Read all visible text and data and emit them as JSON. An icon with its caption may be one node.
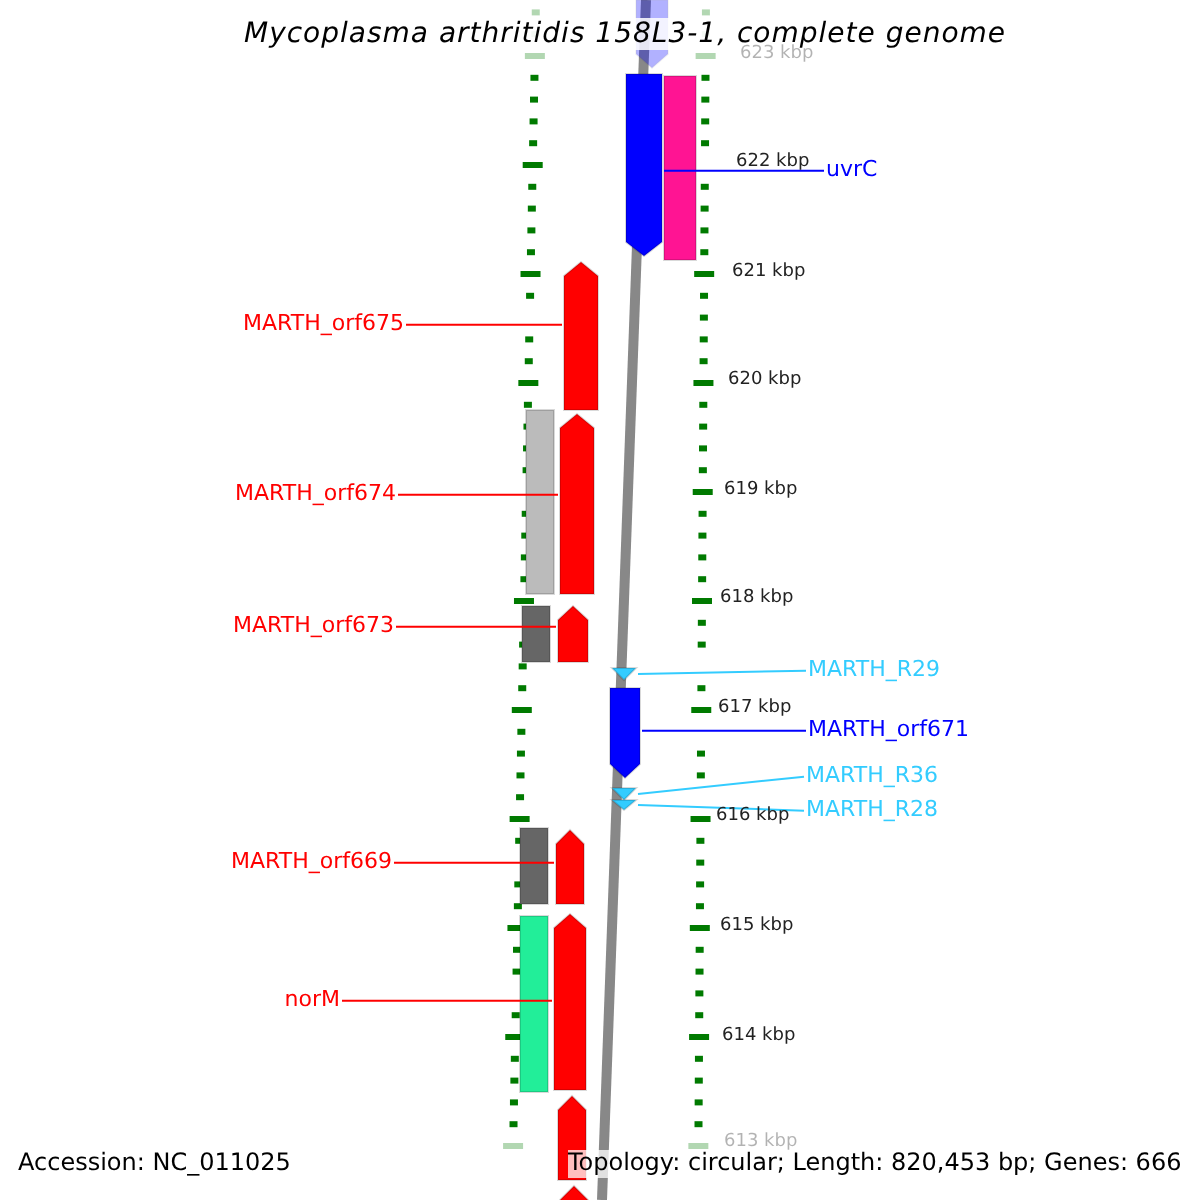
{
  "diagram": {
    "title": "Mycoplasma arthritidis 158L3-1, complete genome",
    "nodes": [
      {
        "text": [
          "uvrC"
        ]
      },
      {
        "text": [
          "MARTH_orf675"
        ]
      },
      {
        "text": [
          "MARTH_orf674"
        ]
      },
      {
        "text": [
          "MARTH_orf673"
        ]
      },
      {
        "text": [
          "MARTH_R29"
        ]
      },
      {
        "text": [
          "MARTH_orf671"
        ]
      },
      {
        "text": [
          "MARTH_R36"
        ]
      },
      {
        "text": [
          "MARTH_R28"
        ]
      },
      {
        "text": [
          "MARTH_orf669"
        ]
      },
      {
        "text": [
          "norM"
        ]
      },
      {
        "text": [],
        "shape": "bar"
      },
      {
        "text": [],
        "shape": "bar"
      },
      {
        "text": [],
        "shape": "bar"
      },
      {
        "text": [],
        "shape": "bar"
      },
      {
        "text": [],
        "shape": "bar"
      },
      {
        "text": [],
        "shape": "bar"
      },
      {
        "text": [],
        "shape": "bar"
      },
      {
        "text": [],
        "shape": "bar"
      },
      {
        "text": [],
        "shape": "bar"
      },
      {
        "text": [],
        "shape": "bar"
      },
      {
        "text": [],
        "shape": "bar"
      },
      {
        "text": [],
        "shape": "bar"
      },
      {
        "text": [],
        "shape": "bar"
      },
      {
        "text": [],
        "shape": "bar"
      },
      {
        "text": [],
        "shape": "bar"
      },
      {
        "text": [],
        "shape": "bar"
      },
      {
        "text": [],
        "shape": "bar"
      },
      {
        "text": [],
        "shape": "bar"
      }
    ],
    "edges": [
      {
        "from": 0,
        "to": 10,
        "arrow": "none",
        "color": "#0000ff"
      },
      {
        "from": 1,
        "to": 11,
        "arrow": "none"
      },
      {
        "from": 2,
        "to": 12,
        "arrow": "none"
      },
      {
        "from": 3,
        "to": 13,
        "arrow": "none"
      },
      {
        "from": 4,
        "to": 14,
        "arrow": "none",
        "color": "#33ccff"
      },
      {
        "from": 5,
        "to": 15,
        "arrow": "none",
        "color": "#0000ff"
      },
      {
        "from": 6,
        "to": 16,
        "arrow": "none",
        "color": "#33ccff"
      },
      {
        "from": 7,
        "to": 17,
        "arrow": "none",
        "color": "#33ccff"
      },
      {
        "from": 8,
        "to": 18,
        "arrow": "none"
      },
      {
        "from": 9,
        "to": 19,
        "arrow": "none"
      }
    ],
    "labels": [
      "623 kbp",
      "622 kbp",
      "621 kbp",
      "620 kbp",
      "619 kbp",
      "618 kbp",
      "617 kbp",
      "616 kbp",
      "615 kbp",
      "614 kbp",
      "613 kbp",
      "Accession: NC_011025",
      "Topology: circular; Length: 820,453 bp; Genes: 666"
    ]
  }
}
